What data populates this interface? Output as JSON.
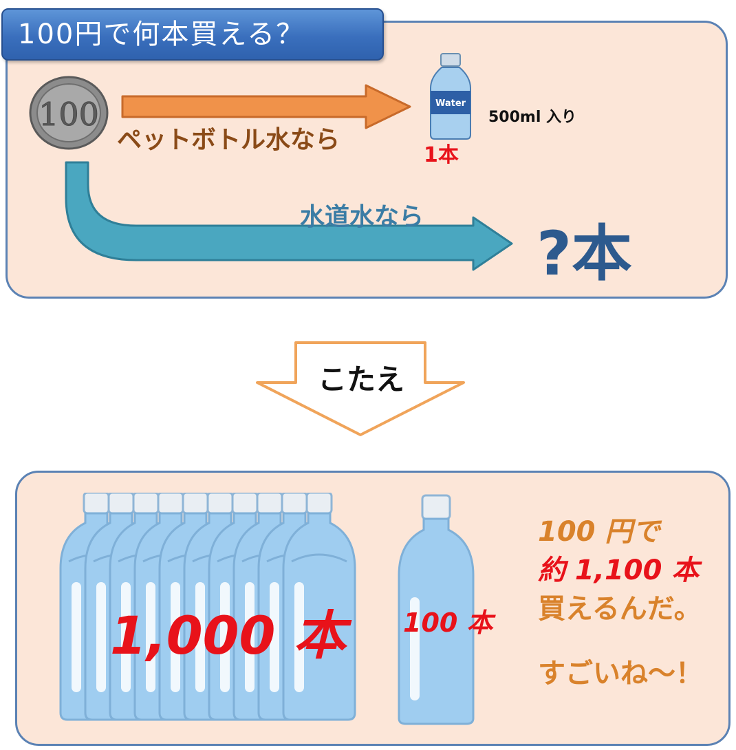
{
  "title": "100円で何本買える？",
  "coin": {
    "label": "100",
    "icon": "coin-icon"
  },
  "bottle_route": {
    "label": "ペットボトル水なら",
    "result": "1本",
    "bottle_label": "Water",
    "size_note": "500ml 入り"
  },
  "tap_route": {
    "label": "水道水なら",
    "result": "?本"
  },
  "answer_label": "こたえ",
  "result_panel": {
    "big_count": "1,000 本",
    "small_count": "100 本",
    "line1": "100 円で",
    "line2": "約 1,100 本",
    "line3": "買えるんだ。",
    "line4": "すごいね～！"
  },
  "colors": {
    "panel_bg": "#fce6d8",
    "panel_border": "#5b82b4",
    "orange_arrow": "#f0924a",
    "teal_arrow": "#4aa7c0",
    "red": "#e8121a"
  }
}
